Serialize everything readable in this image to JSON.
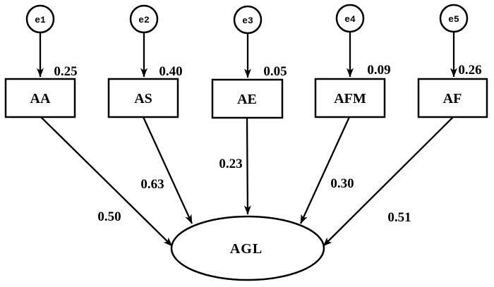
{
  "colors": {
    "ink": "#000000",
    "background": "#ffffff"
  },
  "diagram": {
    "latent": {
      "label": "AGL"
    },
    "indicators": [
      {
        "error": "e1",
        "label": "AA",
        "variance": "0.25",
        "path_coefficient": "0.50"
      },
      {
        "error": "e2",
        "label": "AS",
        "variance": "0.40",
        "path_coefficient": "0.63"
      },
      {
        "error": "e3",
        "label": "AE",
        "variance": "0.05",
        "path_coefficient": "0.23"
      },
      {
        "error": "e4",
        "label": "AFM",
        "variance": "0.09",
        "path_coefficient": "0.30"
      },
      {
        "error": "e5",
        "label": "AF",
        "variance": "0.26",
        "path_coefficient": "0.51"
      }
    ]
  }
}
